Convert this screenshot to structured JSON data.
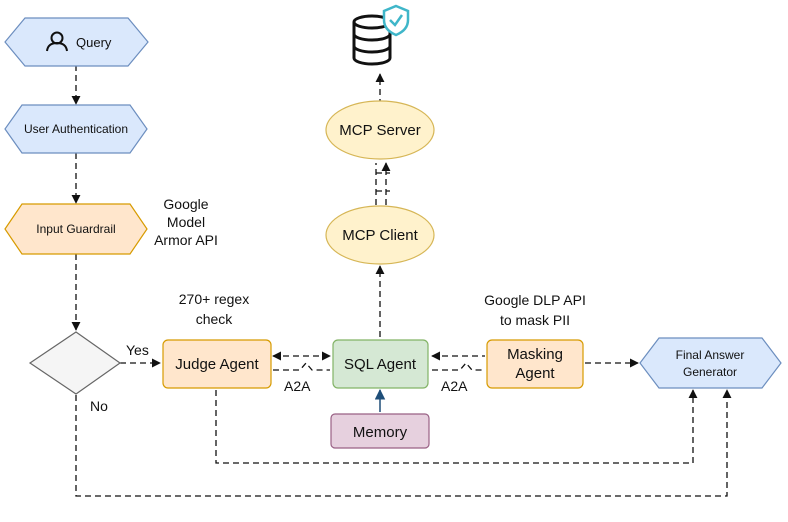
{
  "nodes": {
    "query": "Query",
    "user_auth": "User Authentication",
    "input_guardrail": "Input Guardrail",
    "judge_agent": "Judge Agent",
    "sql_agent": "SQL Agent",
    "masking_agent_line1": "Masking",
    "masking_agent_line2": "Agent",
    "final_answer_line1": "Final Answer",
    "final_answer_line2": "Generator",
    "mcp_server": "MCP Server",
    "mcp_client": "MCP Client",
    "memory": "Memory"
  },
  "annotations": {
    "google_armor_line1": "Google",
    "google_armor_line2": "Model",
    "google_armor_line3": "Armor API",
    "regex_line1": "270+ regex",
    "regex_line2": "check",
    "dlp_line1": "Google DLP API",
    "dlp_line2": "to mask PII"
  },
  "edges": {
    "yes": "Yes",
    "no": "No",
    "a2a_left": "A2A",
    "a2a_right": "A2A"
  },
  "icons": {
    "user": "user-icon",
    "database": "database-icon",
    "shield": "shield-check-icon"
  },
  "colors": {
    "blue_fill": "#dae8fc",
    "blue_stroke": "#6c8ebf",
    "orange_fill": "#ffe6cc",
    "orange_stroke": "#d79b00",
    "yellow_fill": "#fff2cc",
    "yellow_stroke": "#d6b656",
    "green_fill": "#d5e8d4",
    "green_stroke": "#82b366",
    "pink_fill": "#e6d0de",
    "pink_stroke": "#996185",
    "shield": "#3fb6c9"
  }
}
